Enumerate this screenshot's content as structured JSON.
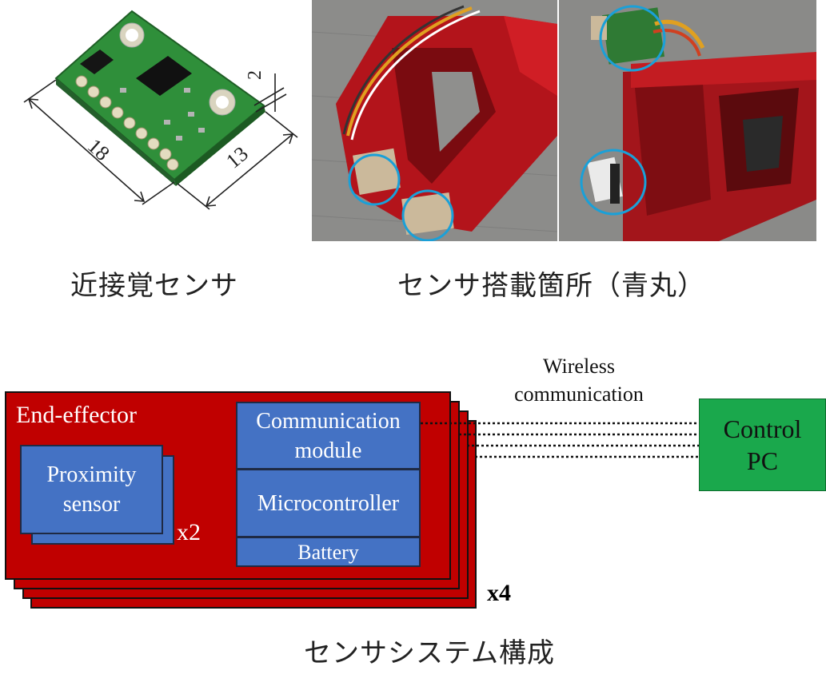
{
  "captions": {
    "sensor": "近接覚センサ",
    "mount": "センサ搭載箇所（青丸）",
    "system": "センサシステム構成"
  },
  "dimensions": {
    "length": "18",
    "width": "13",
    "thickness": "2"
  },
  "diagram": {
    "end_effector_label": "End-effector",
    "proximity_sensor": "Proximity sensor",
    "proximity_sensor_line1": "Proximity",
    "proximity_sensor_line2": "sensor",
    "sensor_count": "x2",
    "comm_module_line1": "Communication",
    "comm_module_line2": "module",
    "microcontroller": "Microcontroller",
    "battery": "Battery",
    "effector_count": "x4",
    "wireless_line1": "Wireless",
    "wireless_line2": "communication",
    "control_pc_line1": "Control",
    "control_pc_line2": "PC"
  },
  "colors": {
    "effector_red": "#c00000",
    "module_blue": "#4472c4",
    "pc_green": "#1aa84c",
    "highlight_circle": "#1aa0d8"
  }
}
